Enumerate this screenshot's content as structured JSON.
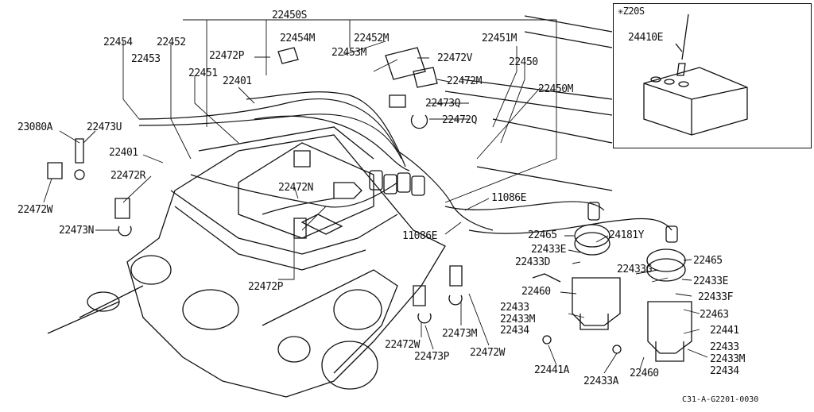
{
  "labels": [
    "22450S",
    "22454",
    "22452",
    "22454M",
    "22452M",
    "22451M",
    "22453",
    "22472P",
    "22453M",
    "22472V",
    "22450",
    "22451",
    "22401",
    "22472M",
    "22450M",
    "22473Q",
    "22472Q",
    "23080A",
    "22473U",
    "22401",
    "22472R",
    "22472N",
    "11086E",
    "22472W",
    "22473N",
    "11086E",
    "22465",
    "24181Y",
    "22433E",
    "22433D",
    "22433G",
    "22465",
    "22433E",
    "22472P",
    "22460",
    "22433F",
    "22433",
    "22433M",
    "22434",
    "22463",
    "22441",
    "22472W",
    "22473M",
    "22473P",
    "22472W",
    "22433",
    "22433M",
    "22434",
    "22441A",
    "22433A",
    "22460"
  ],
  "inset": {
    "title": "✳Z20S",
    "label": "24410E"
  },
  "drawing_code": "C31-A-G2201-0030"
}
